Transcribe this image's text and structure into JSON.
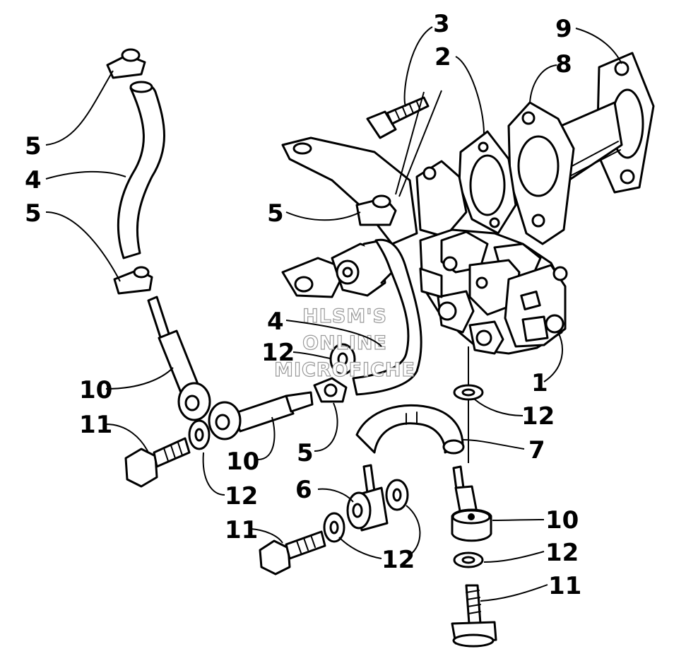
{
  "watermark": {
    "line1": "HLSM'S",
    "line2": "ONLINE",
    "line3": "MICROFICHE",
    "color": "#9a9a9a"
  },
  "callouts": [
    {
      "id": "c-3",
      "label": "3"
    },
    {
      "id": "c-9",
      "label": "9"
    },
    {
      "id": "c-2",
      "label": "2"
    },
    {
      "id": "c-8",
      "label": "8"
    },
    {
      "id": "c-5a",
      "label": "5"
    },
    {
      "id": "c-4a",
      "label": "4"
    },
    {
      "id": "c-5b",
      "label": "5"
    },
    {
      "id": "c-5c",
      "label": "5"
    },
    {
      "id": "c-4b",
      "label": "4"
    },
    {
      "id": "c-12a",
      "label": "12"
    },
    {
      "id": "c-1",
      "label": "1"
    },
    {
      "id": "c-10a",
      "label": "10"
    },
    {
      "id": "c-12b",
      "label": "12"
    },
    {
      "id": "c-11a",
      "label": "11"
    },
    {
      "id": "c-7",
      "label": "7"
    },
    {
      "id": "c-10b",
      "label": "10"
    },
    {
      "id": "c-5d",
      "label": "5"
    },
    {
      "id": "c-12c",
      "label": "12"
    },
    {
      "id": "c-6",
      "label": "6"
    },
    {
      "id": "c-10c",
      "label": "10"
    },
    {
      "id": "c-11b",
      "label": "11"
    },
    {
      "id": "c-12d",
      "label": "12"
    },
    {
      "id": "c-12e",
      "label": "12"
    },
    {
      "id": "c-11c",
      "label": "11"
    }
  ]
}
